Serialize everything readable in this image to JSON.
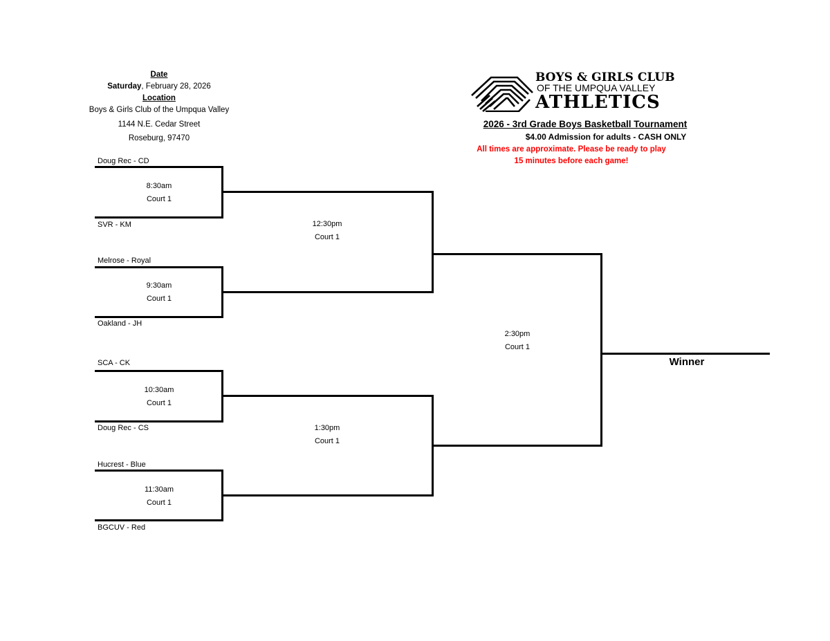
{
  "event_info": {
    "date_heading": "Date",
    "date_day": "Saturday",
    "date_rest": ", February 28, 2026",
    "location_heading": "Location",
    "venue": "Boys & Girls Club of the Umpqua Valley",
    "street": "1144 N.E. Cedar Street",
    "city": "Roseburg, 97470"
  },
  "logo": {
    "line1": "BOYS & GIRLS CLUB",
    "line2": "OF THE UMPQUA VALLEY",
    "line3": "ATHLETICS",
    "icon": "handshake-icon"
  },
  "header": {
    "title": "2026 - 3rd Grade Boys Basketball Tournament",
    "admission": "$4.00 Admission for adults - CASH ONLY",
    "notice_line1": "All times are approximate. Please be ready to play",
    "notice_line2": "15 minutes before each game!",
    "notice_color": "#ff0000"
  },
  "bracket": {
    "round1": [
      {
        "team_top": "Doug Rec - CD",
        "team_bottom": "SVR - KM",
        "time": "8:30am",
        "court": "Court 1"
      },
      {
        "team_top": "Melrose - Royal",
        "team_bottom": "Oakland - JH",
        "time": "9:30am",
        "court": "Court 1"
      },
      {
        "team_top": "SCA - CK",
        "team_bottom": "Doug Rec - CS",
        "time": "10:30am",
        "court": "Court 1"
      },
      {
        "team_top": "Hucrest - Blue",
        "team_bottom": "BGCUV - Red",
        "time": "11:30am",
        "court": "Court 1"
      }
    ],
    "round2": [
      {
        "time": "12:30pm",
        "court": "Court 1"
      },
      {
        "time": "1:30pm",
        "court": "Court 1"
      }
    ],
    "final": {
      "time": "2:30pm",
      "court": "Court 1"
    },
    "winner_label": "Winner"
  }
}
